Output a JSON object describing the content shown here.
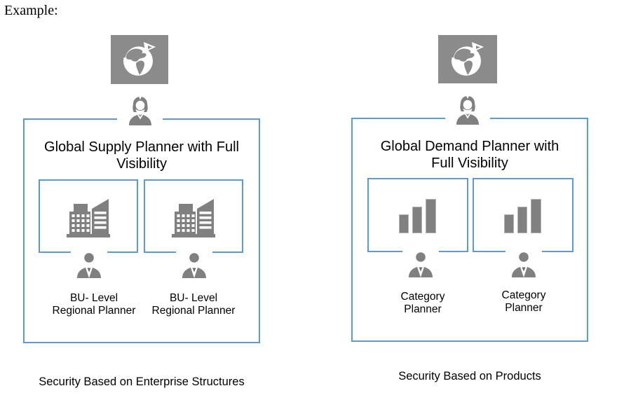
{
  "header": {
    "label": "Example:"
  },
  "colors": {
    "accent_blue": "#5B9BD5",
    "icon_gray": "#808080",
    "globe_background": "#8B8B8B"
  },
  "left_panel": {
    "top_icon": "globe-icon",
    "planner_icon": "woman-user-icon",
    "title": "Global Supply Planner with Full\nVisibility",
    "units": [
      {
        "icon": "buildings-icon",
        "person_icon": "man-user-icon",
        "label": "BU- Level\nRegional Planner"
      },
      {
        "icon": "buildings-icon",
        "person_icon": "man-user-icon",
        "label": "BU- Level\nRegional Planner"
      }
    ],
    "caption": "Security Based on Enterprise Structures"
  },
  "right_panel": {
    "top_icon": "globe-icon",
    "planner_icon": "woman-user-icon",
    "title": "Global Demand Planner with\nFull Visibility",
    "units": [
      {
        "icon": "bar-chart-icon",
        "person_icon": "man-user-icon",
        "label": "Category\nPlanner"
      },
      {
        "icon": "bar-chart-icon",
        "person_icon": "man-user-icon",
        "label": "Category\nPlanner"
      }
    ],
    "caption": "Security Based on Products"
  }
}
